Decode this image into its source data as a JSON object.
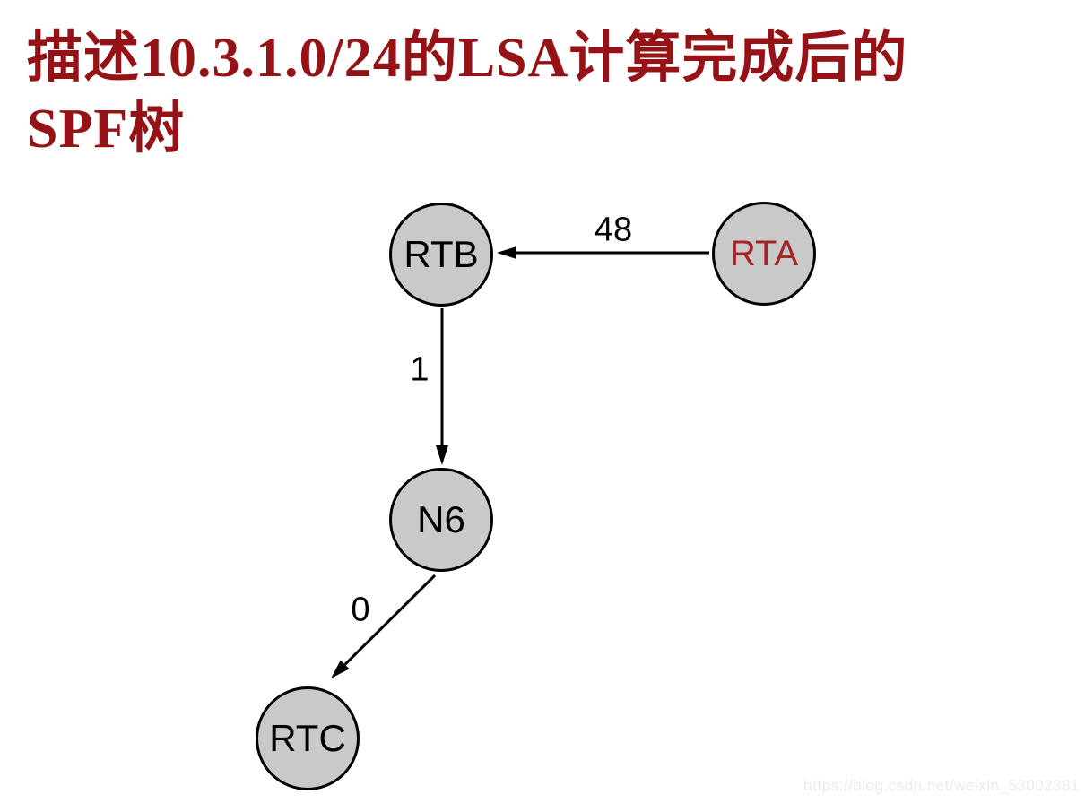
{
  "title": {
    "line1": "描述10.3.1.0/24的LSA计算完成后的",
    "line2": "SPF树",
    "color": "#951316"
  },
  "diagram": {
    "type": "spf-tree",
    "node_fill": "#c9c9c9",
    "node_border": "#000000",
    "nodes": [
      {
        "label": "RTB",
        "color": "#000000"
      },
      {
        "label": "RTA",
        "color": "#a62529"
      },
      {
        "label": "N6",
        "color": "#000000"
      },
      {
        "label": "RTC",
        "color": "#000000"
      }
    ],
    "edges": [
      {
        "from": "RTA",
        "to": "RTB",
        "cost": "48"
      },
      {
        "from": "RTB",
        "to": "N6",
        "cost": "1"
      },
      {
        "from": "N6",
        "to": "RTC",
        "cost": "0"
      }
    ]
  },
  "watermark": {
    "text": "https://blog.csdn.net/weixin_53002381",
    "color": "#ebebeb"
  }
}
